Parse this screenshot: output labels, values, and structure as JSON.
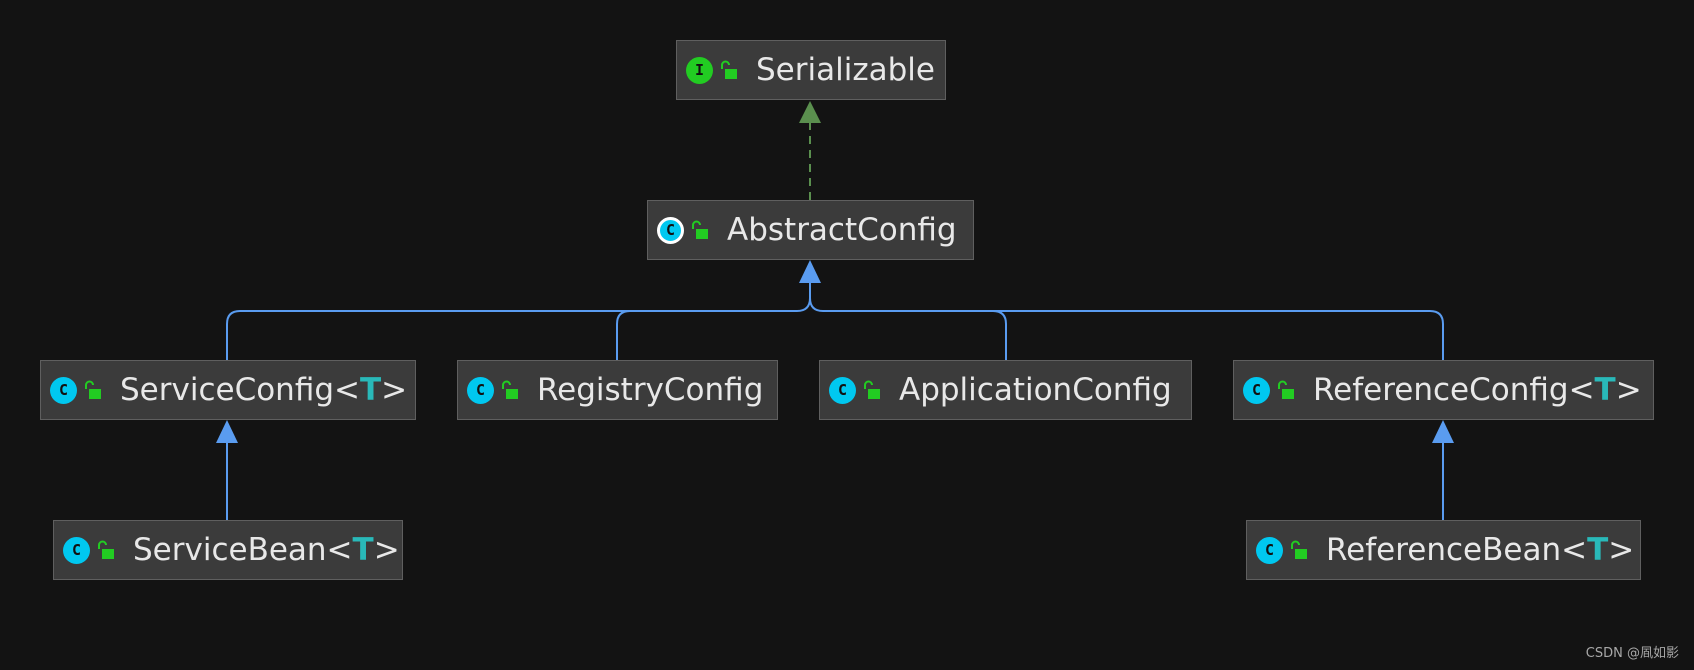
{
  "nodes": {
    "serializable": {
      "kind": "interface",
      "kind_letter": "I",
      "name": "Serializable",
      "type_param": ""
    },
    "abstract_config": {
      "kind": "abstract",
      "kind_letter": "C",
      "name": "AbstractConfig",
      "type_param": ""
    },
    "service_config": {
      "kind": "class",
      "kind_letter": "C",
      "name": "ServiceConfig<",
      "type_param": "T",
      "close": ">"
    },
    "registry_config": {
      "kind": "class",
      "kind_letter": "C",
      "name": "RegistryConfig",
      "type_param": ""
    },
    "application_config": {
      "kind": "class",
      "kind_letter": "C",
      "name": "ApplicationConfig",
      "type_param": ""
    },
    "reference_config": {
      "kind": "class",
      "kind_letter": "C",
      "name": "ReferenceConfig<",
      "type_param": "T",
      "close": ">"
    },
    "service_bean": {
      "kind": "class",
      "kind_letter": "C",
      "name": "ServiceBean<",
      "type_param": "T",
      "close": ">"
    },
    "reference_bean": {
      "kind": "class",
      "kind_letter": "C",
      "name": "ReferenceBean<",
      "type_param": "T",
      "close": ">"
    }
  },
  "edges": [
    {
      "from": "abstract_config",
      "to": "serializable",
      "type": "implements"
    },
    {
      "from": "service_config",
      "to": "abstract_config",
      "type": "extends"
    },
    {
      "from": "registry_config",
      "to": "abstract_config",
      "type": "extends"
    },
    {
      "from": "application_config",
      "to": "abstract_config",
      "type": "extends"
    },
    {
      "from": "reference_config",
      "to": "abstract_config",
      "type": "extends"
    },
    {
      "from": "service_bean",
      "to": "service_config",
      "type": "extends"
    },
    {
      "from": "reference_bean",
      "to": "reference_config",
      "type": "extends"
    }
  ],
  "colors": {
    "background": "#131313",
    "node_fill": "#3b3b3b",
    "interface_icon": "#22cc22",
    "class_icon": "#00c8f0",
    "visibility_icon": "#22cc22",
    "extends_edge": "#5a9cf0",
    "implements_edge": "#5a8f4e",
    "type_param": "#29b9b9"
  },
  "watermark": "CSDN @凮如影"
}
